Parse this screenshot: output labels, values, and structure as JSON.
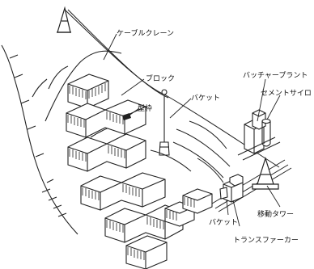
{
  "labels": {
    "cable_crane": "ケーブルクレーン",
    "block": "ブロック",
    "formwork": "型枠",
    "bucket_top": "バケット",
    "batcher_plant": "バッチャープラント",
    "cement_silo": "セメントサイロ",
    "moving_tower": "移動タワー",
    "bucket_bottom": "バケット",
    "transfer_car": "トランスファーカー"
  }
}
